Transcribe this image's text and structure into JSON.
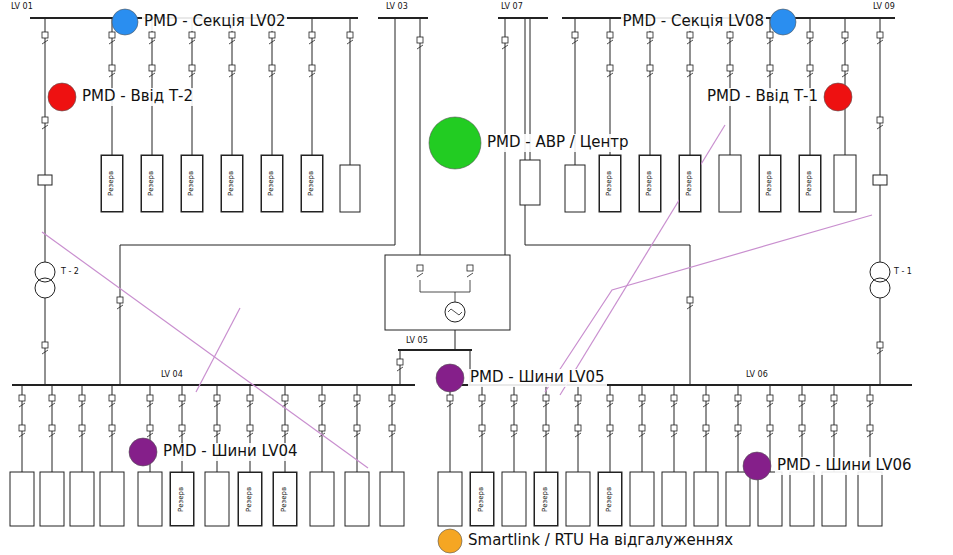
{
  "diagram": {
    "nodes": [
      {
        "text": [
          "PMD - Секція LV02"
        ]
      },
      {
        "text": [
          "PMD - Секція LV08"
        ]
      },
      {
        "text": [
          "PMD - Ввід Т-2"
        ]
      },
      {
        "text": [
          "PMD - Ввід Т-1"
        ]
      },
      {
        "text": [
          "PMD - АВР / Центр"
        ]
      },
      {
        "text": [
          "Резерв"
        ]
      },
      {
        "text": [
          "Резерв"
        ]
      },
      {
        "text": [
          "Резерв"
        ]
      },
      {
        "text": [
          "Резерв"
        ]
      },
      {
        "text": [
          "Резерв"
        ]
      },
      {
        "text": [
          "Резерв"
        ]
      },
      {
        "text": [
          "Резерв"
        ]
      },
      {
        "text": [
          "Резерв"
        ]
      },
      {
        "text": [
          "Резерв"
        ]
      },
      {
        "text": [
          "Резерв"
        ]
      },
      {
        "text": [
          "Резерв"
        ]
      },
      {
        "text": [
          "PMD - Шини LV05"
        ]
      },
      {
        "text": [
          "PMD - Шини LV04"
        ]
      },
      {
        "text": [
          "PMD - Шини LV06"
        ]
      },
      {
        "text": [
          "Резерв"
        ]
      },
      {
        "text": [
          "Резерв"
        ]
      },
      {
        "text": [
          "Резерв"
        ]
      },
      {
        "text": [
          "Резерв"
        ]
      },
      {
        "text": [
          "Резерв"
        ]
      },
      {
        "text": [
          "Резерв"
        ]
      },
      {
        "text": [
          "Smartlink / RTU На відгалуженнях"
        ]
      }
    ],
    "labels": [
      "LV 01",
      "LV 03",
      "LV 07",
      "LV 09",
      "T - 2",
      "T - 1",
      "LV 05",
      "LV 04",
      "LV 06"
    ]
  }
}
